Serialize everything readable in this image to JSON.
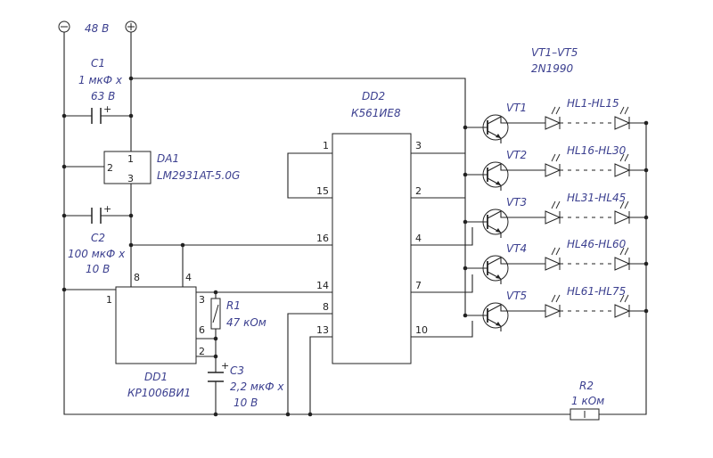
{
  "supply": {
    "minus": "−",
    "plus": "+",
    "voltage": "48 В"
  },
  "transistors": {
    "title": "VT1–VT5",
    "type": "2N1990"
  },
  "c1": {
    "ref": "C1",
    "val1": "1 мкФ х",
    "val2": "63 В"
  },
  "c2": {
    "ref": "C2",
    "val1": "100 мкФ х",
    "val2": "10 В"
  },
  "c3": {
    "ref": "C3",
    "val1": "2,2 мкФ х",
    "val2": "10 В"
  },
  "da1": {
    "ref": "DA1",
    "type": "LM2931AT-5.0G",
    "pins": [
      "1",
      "2",
      "3"
    ]
  },
  "dd1": {
    "ref": "DD1",
    "type": "КР1006ВИ1",
    "pins": [
      "8",
      "4",
      "1",
      "3",
      "6",
      "2"
    ]
  },
  "dd2": {
    "ref": "DD2",
    "type": "К561ИЕ8",
    "left_pins": [
      "1",
      "15",
      "16",
      "14",
      "8",
      "13"
    ],
    "right_pins": [
      "3",
      "2",
      "4",
      "7",
      "10"
    ]
  },
  "r1": {
    "ref": "R1",
    "val": "47 кОм"
  },
  "r2": {
    "ref": "R2",
    "val": "1 кОм"
  },
  "channels": [
    {
      "vt": "VT1",
      "leds": "HL1-HL15"
    },
    {
      "vt": "VT2",
      "leds": "HL16-HL30"
    },
    {
      "vt": "VT3",
      "leds": "HL31-HL45"
    },
    {
      "vt": "VT4",
      "leds": "HL46-HL60"
    },
    {
      "vt": "VT5",
      "leds": "HL61-HL75"
    }
  ]
}
